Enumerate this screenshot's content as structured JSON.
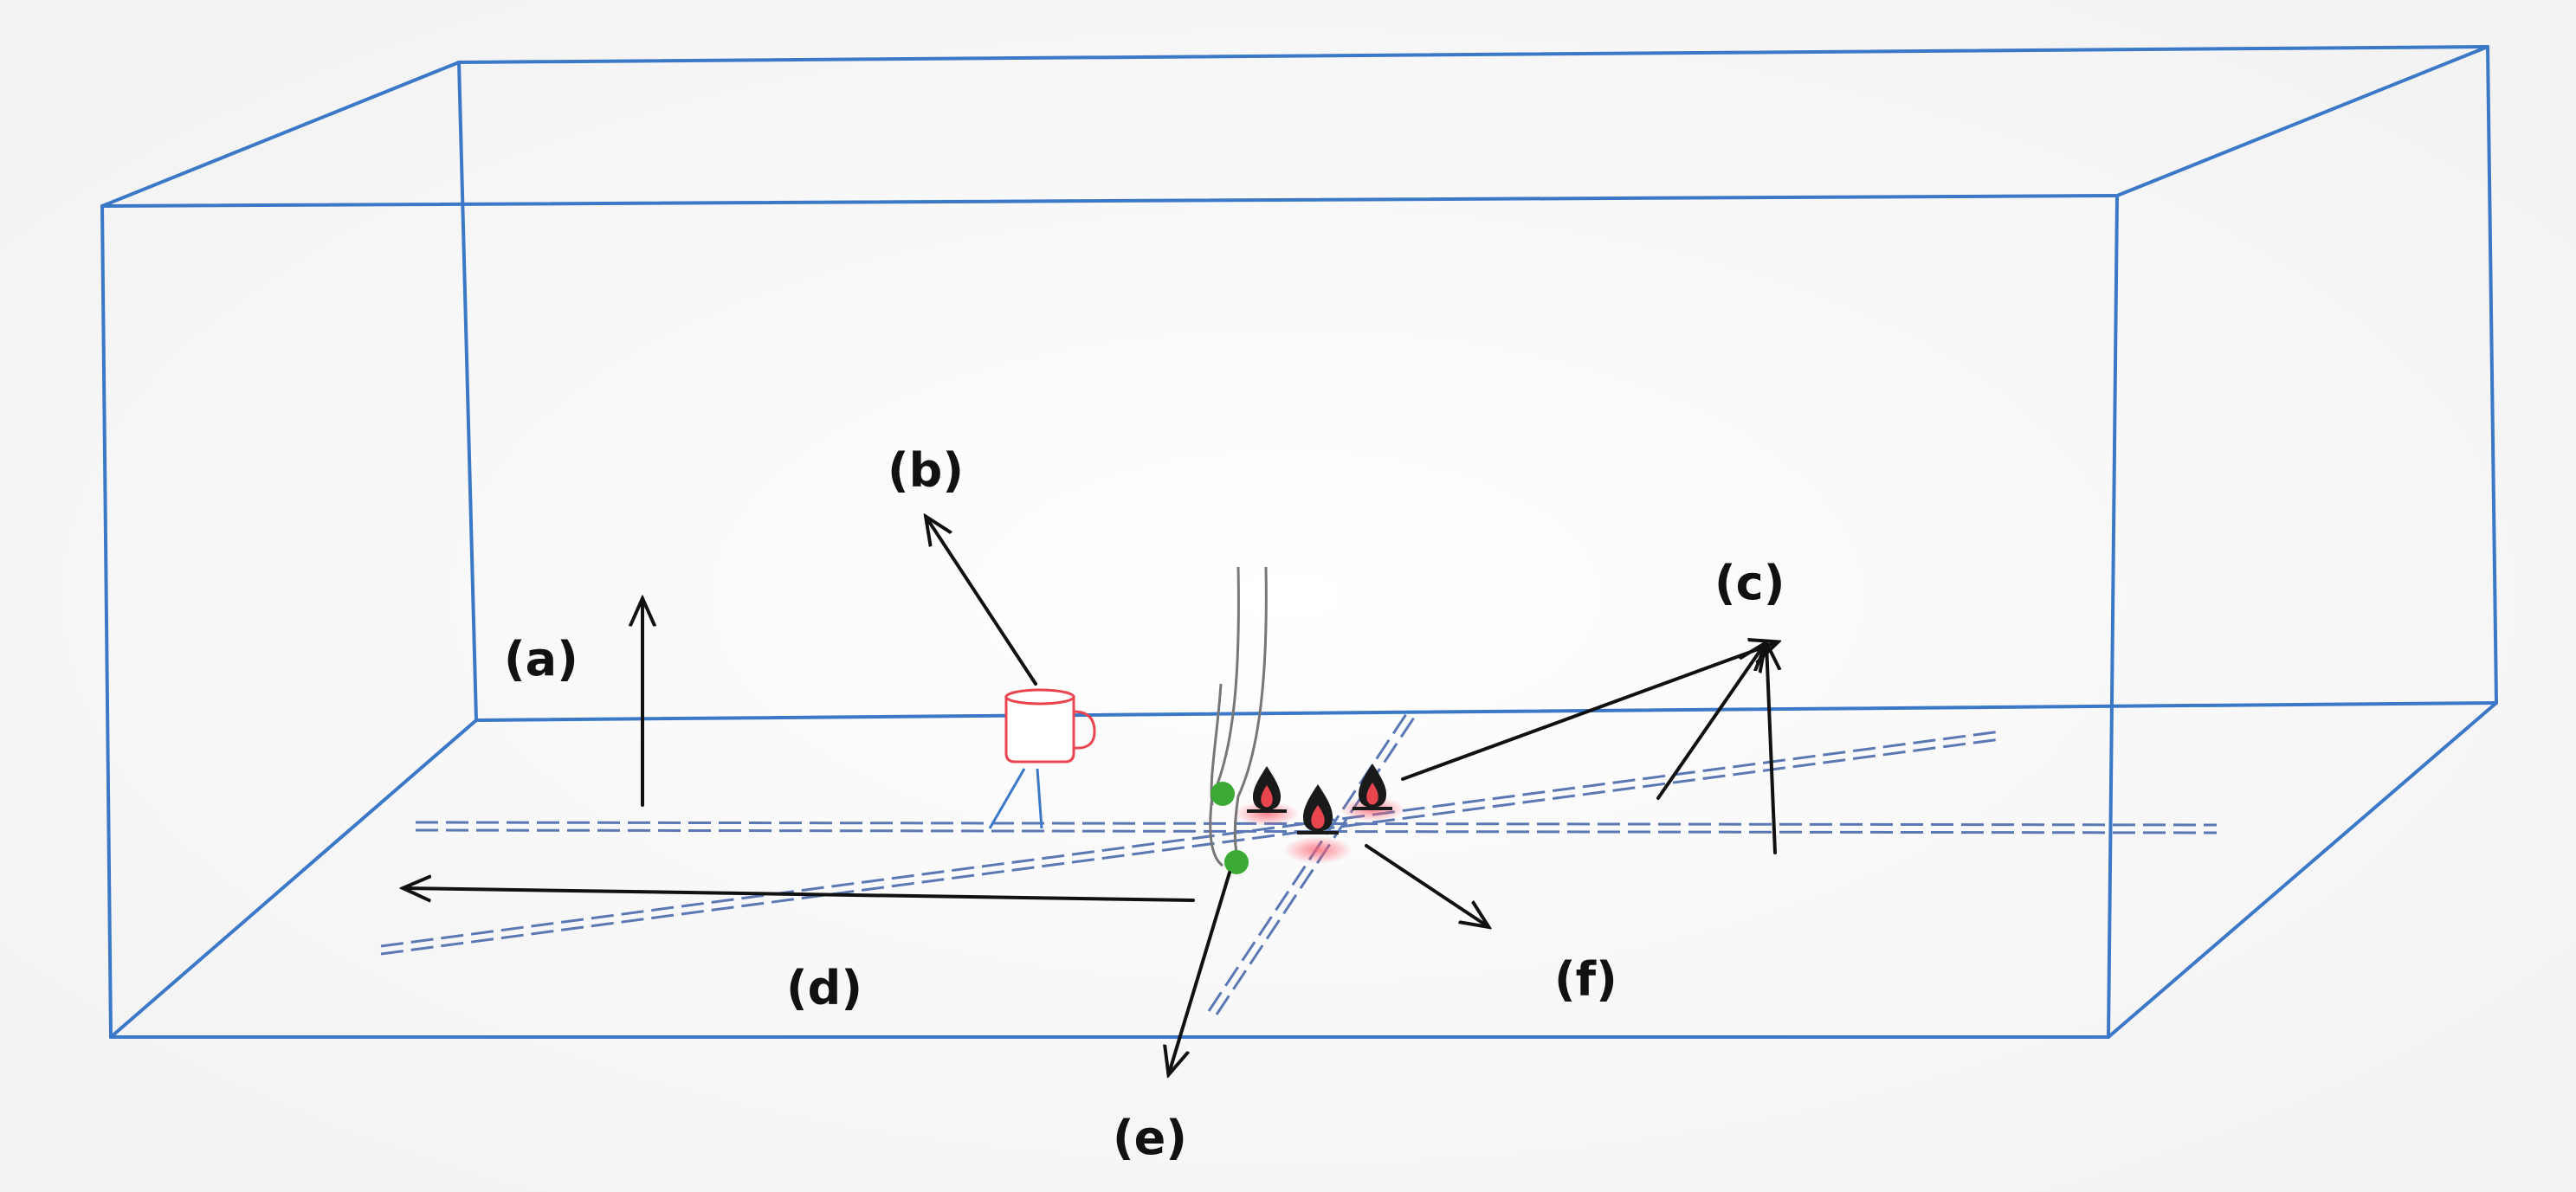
{
  "labels": {
    "a": "(a)",
    "b": "(b)",
    "c": "(c)",
    "d": "(d)",
    "e": "(e)",
    "f": "(f)"
  },
  "colors": {
    "enclosure": "#3b78c8",
    "rails": "#5a78b4",
    "arrows": "#111111",
    "cup": "#e8454f",
    "sensor": "#3aaa35",
    "flame": "#e8454f"
  },
  "icons": [
    "cup-icon",
    "flame-icon",
    "sensor-dot-icon",
    "arrow-icon"
  ]
}
